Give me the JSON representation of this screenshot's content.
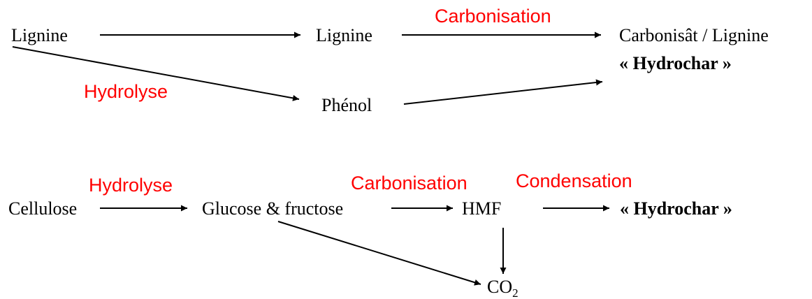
{
  "colors": {
    "label": "#ff0000",
    "node": "#000000",
    "arrow": "#000000"
  },
  "top": {
    "lignine_source": "Lignine",
    "lignine_mid": "Lignine",
    "carbonisat": "Carbonisât / Lignine",
    "hydrochar": "« Hydrochar »",
    "phenol": "Phénol",
    "carbonisation_label": "Carbonisation",
    "hydrolyse_label": "Hydrolyse"
  },
  "bottom": {
    "cellulose": "Cellulose",
    "glucose": "Glucose & fructose",
    "hmf": "HMF",
    "hydrochar": "« Hydrochar »",
    "co2_main": "CO",
    "co2_sub": "2",
    "hydrolyse_label": "Hydrolyse",
    "carbonisation_label": "Carbonisation",
    "condensation_label": "Condensation"
  }
}
